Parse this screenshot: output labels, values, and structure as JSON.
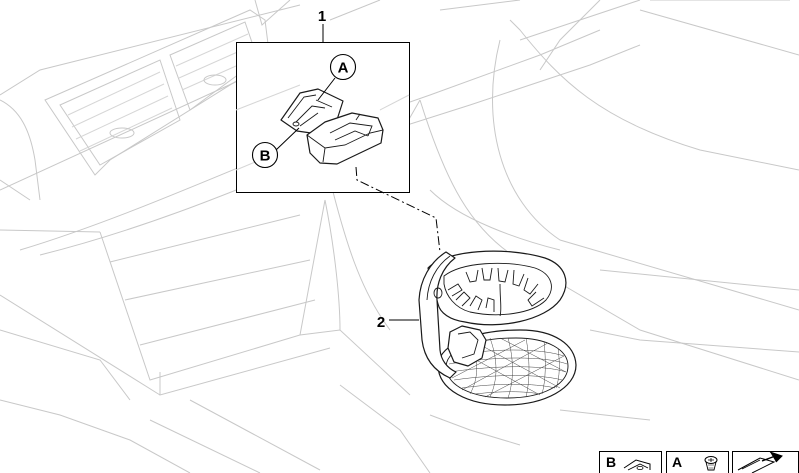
{
  "callouts": {
    "part1": "1",
    "part2": "2",
    "detailA": "A",
    "detailB": "B"
  },
  "legend": {
    "itemB": "B",
    "itemA": "A"
  },
  "colors": {
    "line": "#1a1a1a",
    "background_line": "#c8c8c8"
  }
}
